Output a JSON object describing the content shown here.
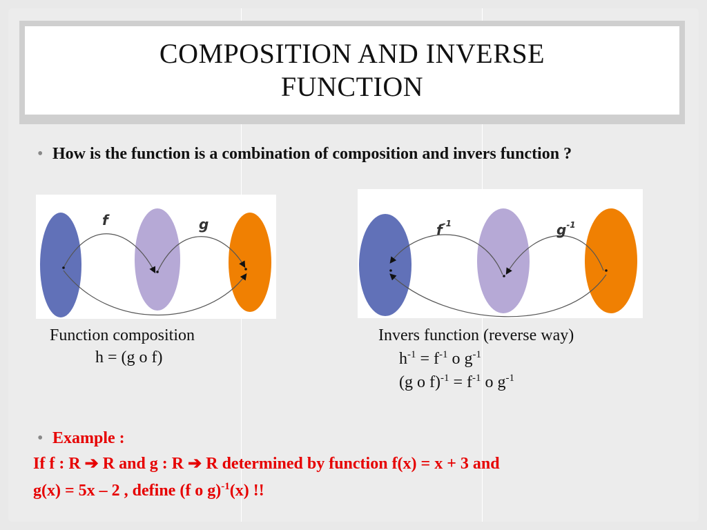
{
  "title": "COMPOSITION AND INVERSE FUNCTION",
  "bullet1": "How is the function is a combination of composition and invers function ?",
  "left_diagram": {
    "label_f": "f",
    "label_g": "g"
  },
  "right_diagram": {
    "label_f": "f",
    "label_g": "g",
    "sup": "-1"
  },
  "caption_left": {
    "line1": "Function composition",
    "line2": "h = (g o f)"
  },
  "caption_right": {
    "line1": "Invers function (reverse way)",
    "line2_a": "h",
    "sup": "-1",
    "line2_b": " = f",
    "line2_c": " o g",
    "line3_a": "(g o f)",
    "line3_b": " = f",
    "line3_c": " o g"
  },
  "example": {
    "label": "Example :",
    "line1_a": "If f : R ",
    "arrow": "➔",
    "line1_b": " R and g : R ",
    "line1_c": " R determined by function f(x) = x + 3 and",
    "line2_a": "g(x) = 5x – 2 , define (f o g)",
    "line2_sup": "-1",
    "line2_b": "(x) !!"
  },
  "colors": {
    "blue": "#6171b8",
    "lavender": "#b6a9d6",
    "orange": "#f08002",
    "example_red": "#e60000"
  }
}
